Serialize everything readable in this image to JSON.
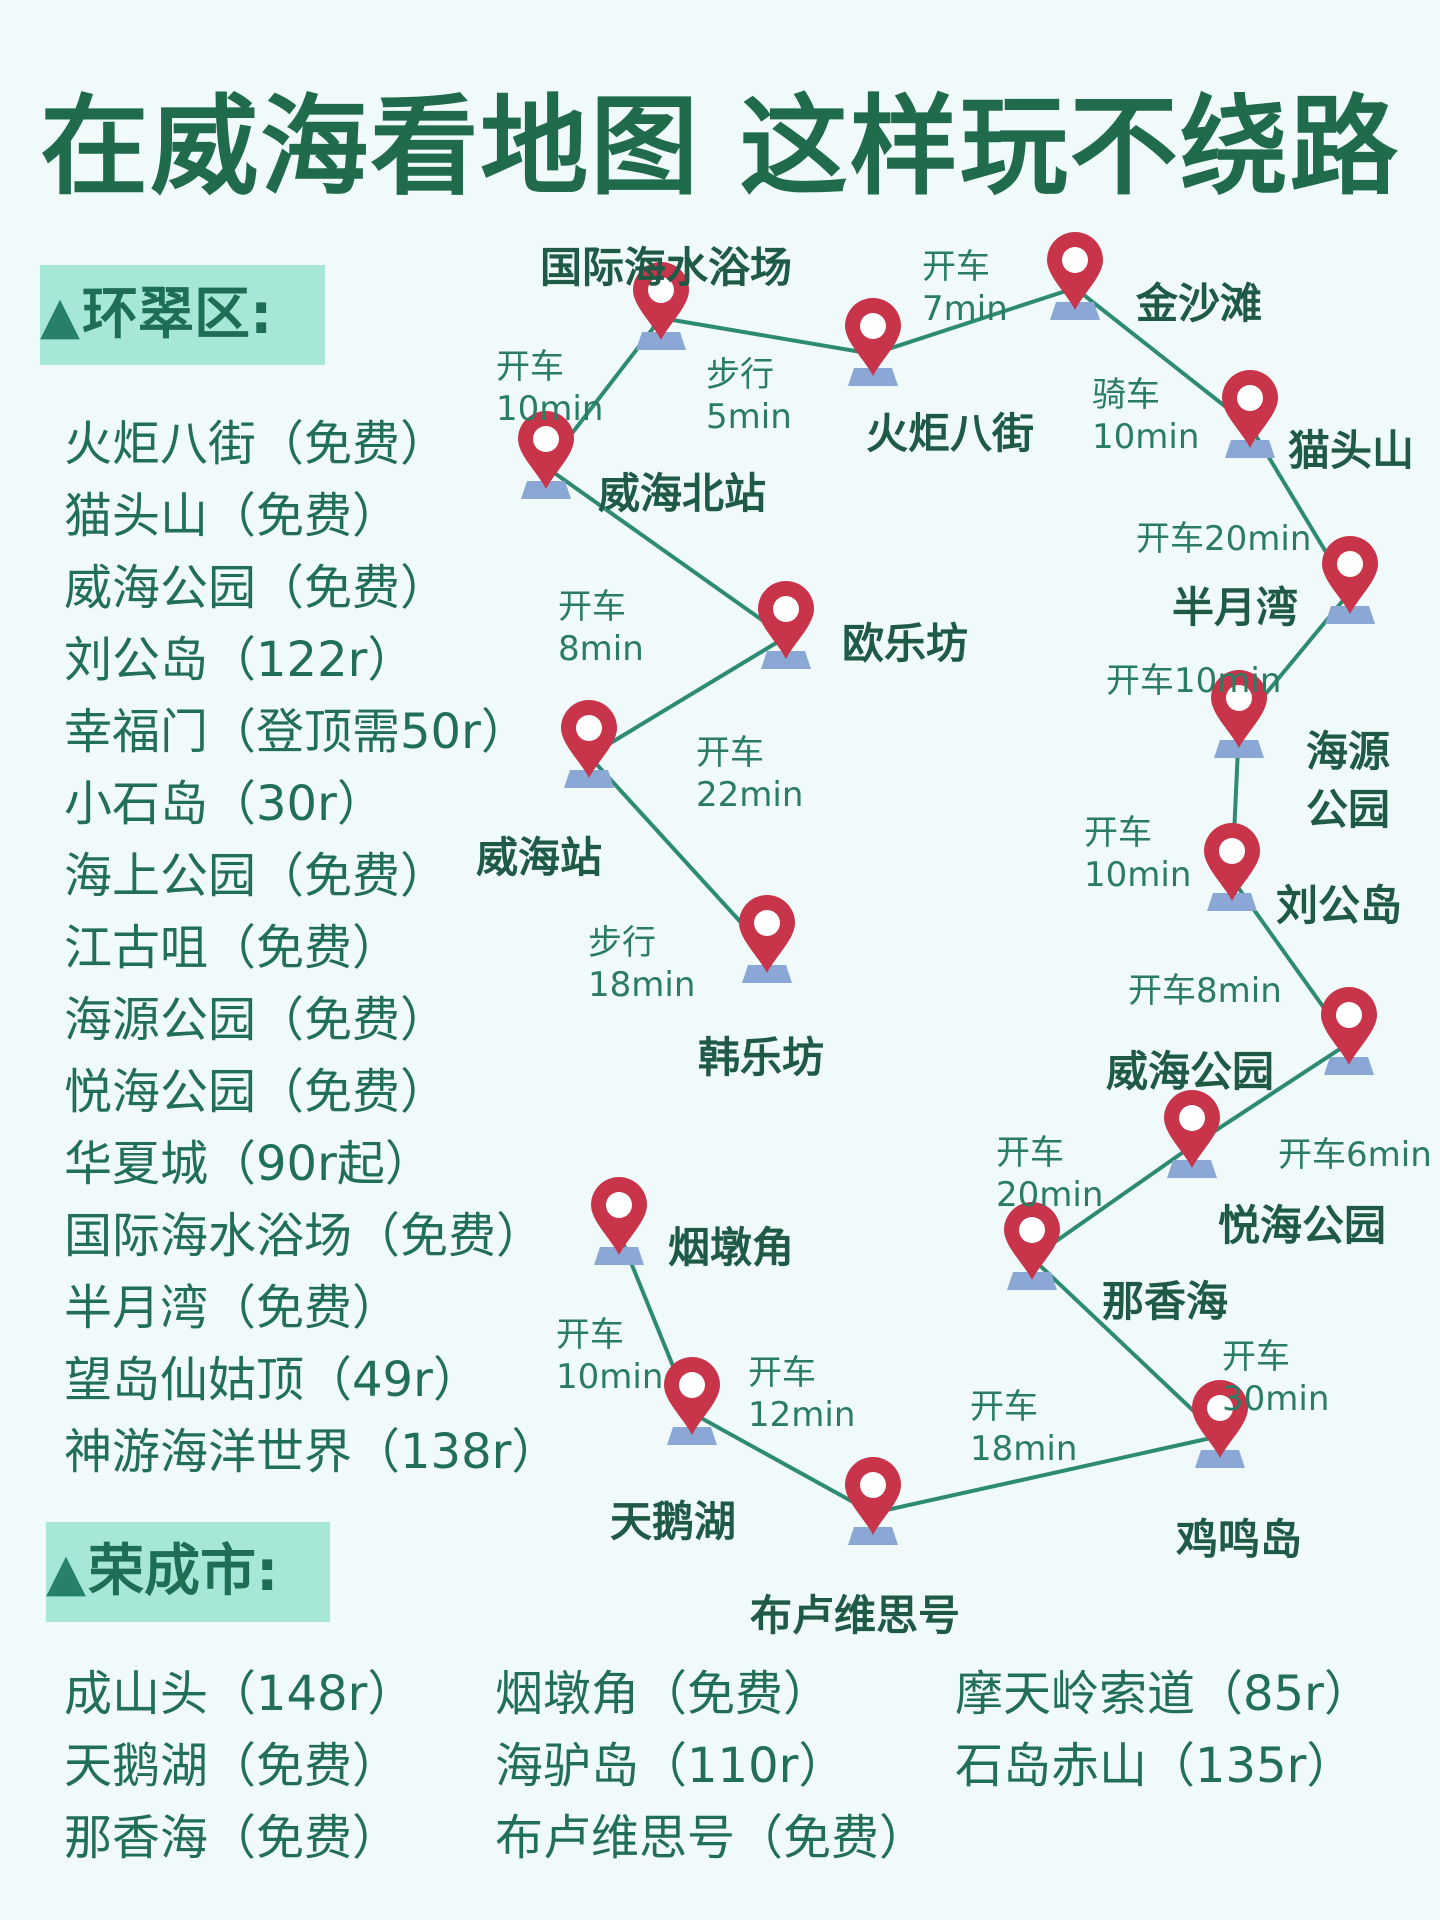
{
  "title": "在威海看地图 这样玩不绕路",
  "sections": {
    "huancui": {
      "label": "环翠区:",
      "items": [
        "火炬八街（免费）",
        "猫头山（免费）",
        "威海公园（免费）",
        "刘公岛（122r）",
        "幸福门（登顶需50r）",
        "小石岛（30r）",
        "海上公园（免费）",
        "江古咀（免费）",
        "海源公园（免费）",
        "悦海公园（免费）",
        "华夏城（90r起）",
        "国际海水浴场（免费）",
        "半月湾（免费）",
        "望岛仙姑顶（49r）",
        "神游海洋世界（138r）"
      ]
    },
    "rongcheng": {
      "label": "荣成市:",
      "columns": [
        [
          "成山头（148r）",
          "天鹅湖（免费）",
          "那香海（免费）"
        ],
        [
          "烟墩角（免费）",
          "海驴岛（110r）",
          "布卢维思号（免费）"
        ],
        [
          "摩天岭索道（85r）",
          "石岛赤山（135r）"
        ]
      ]
    }
  },
  "map": {
    "places": {
      "guoji": "国际海水浴场",
      "huoju": "火炬八街",
      "jinsha": "金沙滩",
      "maotou": "猫头山",
      "weihaibei": "威海北站",
      "oule": "欧乐坊",
      "banyue": "半月湾",
      "haiyuan1": "海源",
      "haiyuan2": "公园",
      "weihaizhan": "威海站",
      "liugong": "刘公岛",
      "hanle": "韩乐坊",
      "weihaigy": "威海公园",
      "yuehai": "悦海公园",
      "yandun": "烟墩角",
      "naxiang": "那香海",
      "tiane": "天鹅湖",
      "jiming": "鸡鸣岛",
      "bulu": "布卢维思号"
    },
    "routes": {
      "r1a": "开车",
      "r1b": "10min",
      "r2a": "步行",
      "r2b": "5min",
      "r3a": "开车",
      "r3b": "7min",
      "r4a": "骑车",
      "r4b": "10min",
      "r5": "开车20min",
      "r6a": "开车",
      "r6b": "8min",
      "r7": "开车10min",
      "r8a": "开车",
      "r8b": "22min",
      "r9a": "开车",
      "r9b": "10min",
      "r10a": "步行",
      "r10b": "18min",
      "r11": "开车8min",
      "r12": "开车6min",
      "r13a": "开车",
      "r13b": "20min",
      "r14a": "开车",
      "r14b": "30min",
      "r15a": "开车",
      "r15b": "10min",
      "r16a": "开车",
      "r16b": "12min",
      "r17a": "开车",
      "r17b": "18min"
    }
  },
  "colors": {
    "title": "#1f6b4c",
    "line": "#2e8b73",
    "pin": "#c8344a",
    "pin_base": "#8aa7d6",
    "section_bg": "#a6e7d8"
  }
}
